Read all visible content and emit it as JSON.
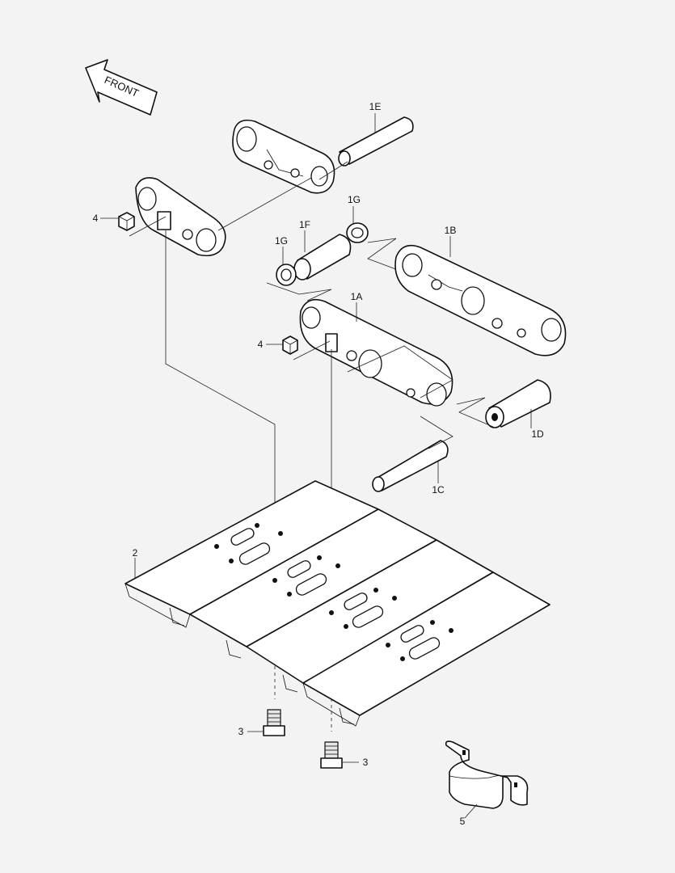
{
  "front_arrow": {
    "text": "FRONT"
  },
  "callouts": {
    "c1E": "1E",
    "c1G_top": "1G",
    "c1F": "1F",
    "c1G_left": "1G",
    "c1B": "1B",
    "c1A": "1A",
    "c1D": "1D",
    "c1C": "1C",
    "c4_top": "4",
    "c4_mid": "4",
    "c2": "2",
    "c3_left": "3",
    "c3_right": "3",
    "c5": "5"
  }
}
